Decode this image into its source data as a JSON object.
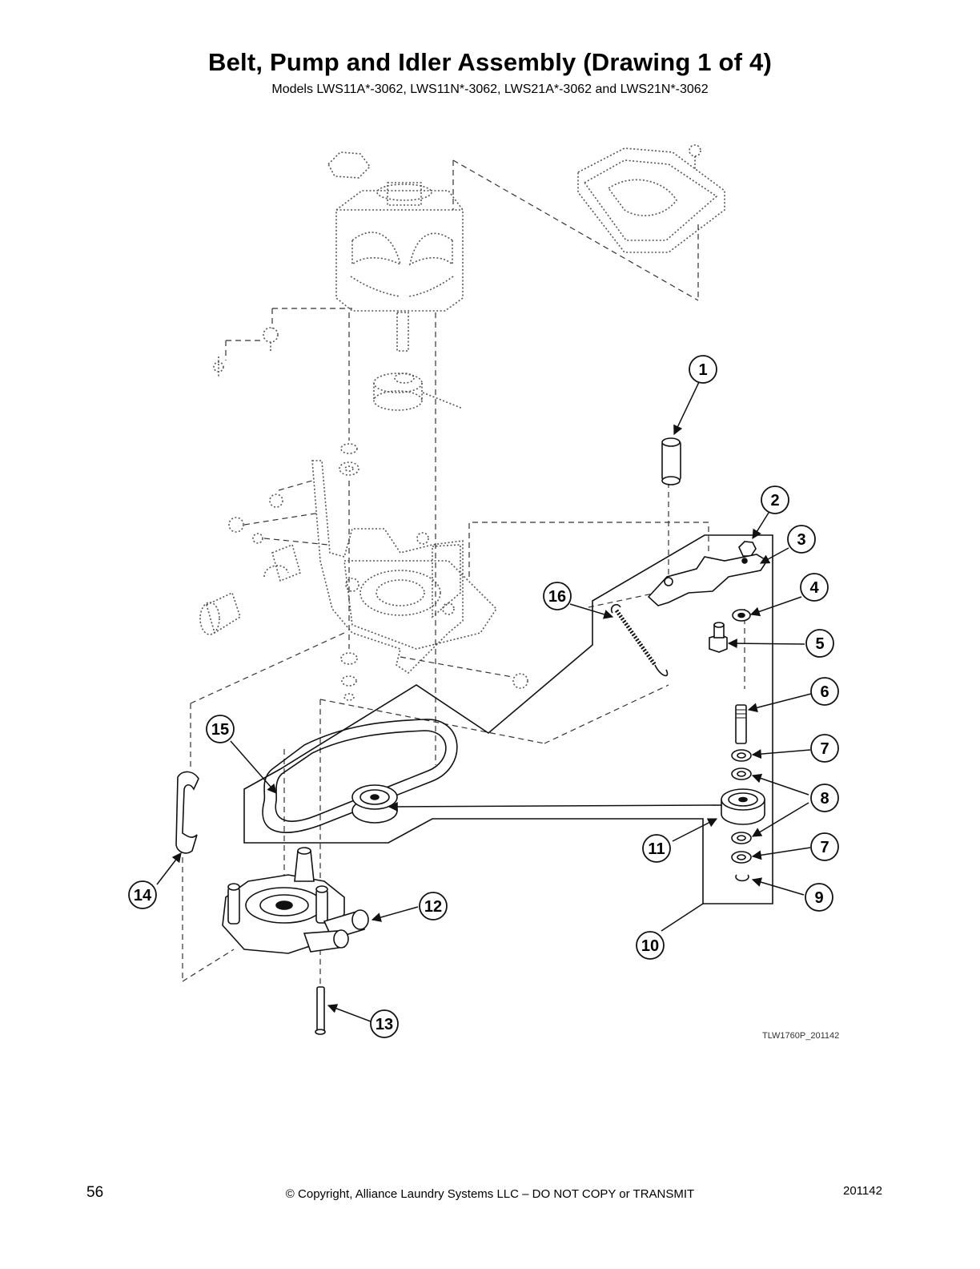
{
  "page": {
    "title": "Belt, Pump and Idler Assembly (Drawing 1 of 4)",
    "subtitle": "Models LWS11A*-3062, LWS11N*-3062, LWS21A*-3062 and LWS21N*-3062",
    "drawing_id": "TLW1760P_201142",
    "page_number": "56",
    "copyright": "© Copyright, Alliance Laundry Systems LLC – DO NOT COPY or TRANSMIT",
    "revision": "201142"
  },
  "callouts": [
    "1",
    "2",
    "3",
    "4",
    "5",
    "6",
    "7",
    "8",
    "9",
    "10",
    "11",
    "12",
    "13",
    "14",
    "15",
    "16"
  ],
  "colors": {
    "line": "#111111",
    "dotted_part": "#555555",
    "fill": "#ffffff"
  }
}
